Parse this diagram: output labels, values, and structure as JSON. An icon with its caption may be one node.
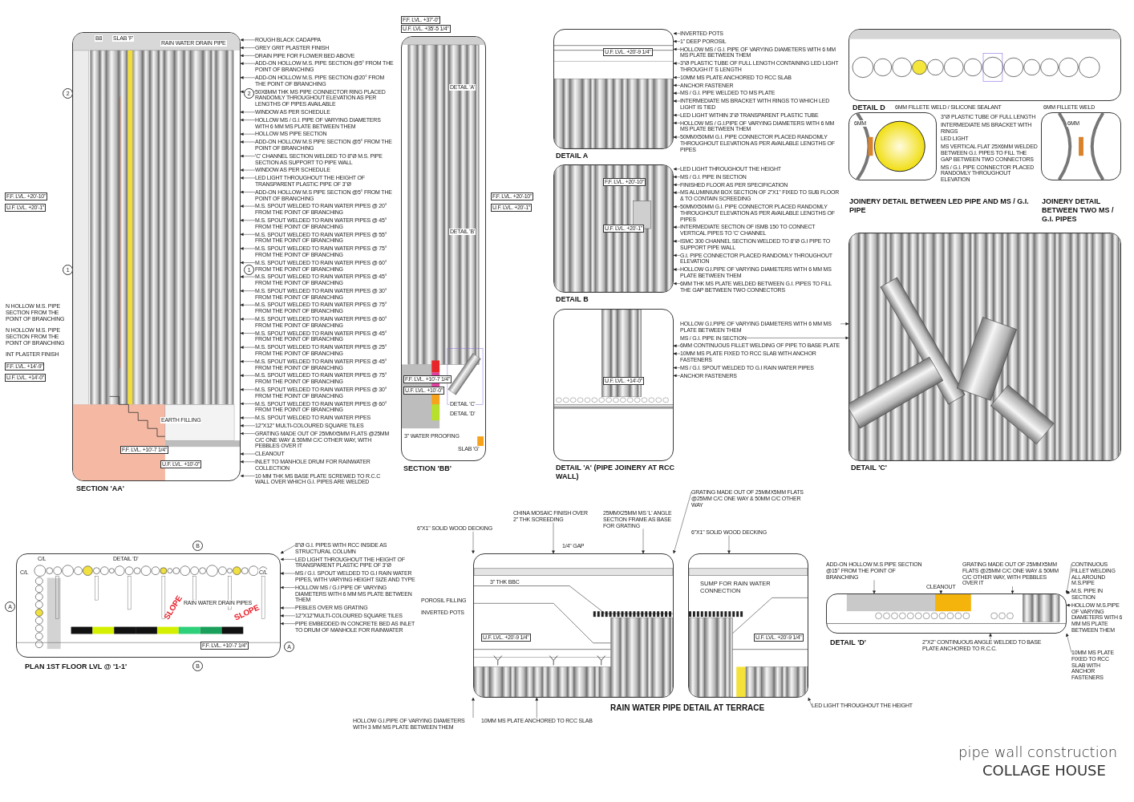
{
  "diagram": {
    "title": "pipe wall construction",
    "caption": "COLLAGE HOUSE",
    "nodes": [
      {
        "text": [
          "SECTION 'AA'"
        ]
      },
      {
        "text": [
          "SECTION 'BB'"
        ]
      },
      {
        "text": [
          "DETAIL A"
        ]
      },
      {
        "text": [
          "DETAIL B"
        ]
      },
      {
        "text": [
          "DETAIL 'A' (PIPE JOINERY AT RCC WALL)"
        ]
      },
      {
        "text": [
          "DETAIL D"
        ]
      },
      {
        "text": [
          "JOINERY DETAIL BETWEEN LED PIPE AND MS / G.I. PIPE"
        ]
      },
      {
        "text": [
          "JOINERY DETAIL BETWEEN TWO MS / G.I. PIPES"
        ]
      },
      {
        "text": [
          "DETAIL 'C'"
        ]
      },
      {
        "text": [
          "PLAN 1ST FLOOR LVL @ '1-1'"
        ]
      },
      {
        "text": [
          "RAIN WATER PIPE DETAIL AT TERRACE"
        ]
      },
      {
        "text": [
          "SUMP FOR RAIN WATER CONNECTION"
        ]
      },
      {
        "text": [
          "DETAIL 'D'"
        ]
      },
      {
        "text": [
          "ROUGH BLACK CADAPPA"
        ]
      },
      {
        "text": [
          "GREY GRIT PLASTER FINISH"
        ]
      },
      {
        "text": [
          "DRAIN PIPE FOR FLOWER BED ABOVE"
        ]
      },
      {
        "text": [
          "ADD-ON HOLLOW M.S. PIPE SECTION @5° FROM THE POINT OF BRANCHING"
        ]
      },
      {
        "text": [
          "ADD-ON HOLLOW M.S. PIPE SECTION @20° FROM THE POINT OF BRANCHING"
        ]
      },
      {
        "text": [
          "50X8MM THK MS PIPE CONNECTOR RING PLACED RANDOMLY THROUGHOUT ELEVATION AS PER LENGTHS OF PIPES AVAILABLE"
        ]
      },
      {
        "text": [
          "WINDOW AS PER SCHEDULE"
        ]
      },
      {
        "text": [
          "HOLLOW MS / G.I. PIPE OF VARYING DIAMETERS WITH 6 MM MS PLATE BETWEEN THEM"
        ]
      },
      {
        "text": [
          "HOLLOW MS PIPE SECTION"
        ]
      },
      {
        "text": [
          "ADD-ON HOLLOW M.S PIPE SECTION @5° FROM THE POINT OF BRANCHING"
        ]
      },
      {
        "text": [
          "'C' CHANNEL SECTION WELDED TO 8\"Ø M.S. PIPE SECTION AS SUPPORT TO PIPE WALL"
        ]
      },
      {
        "text": [
          "WINDOW AS PER SCHEDULE"
        ]
      },
      {
        "text": [
          "LED LIGHT THROUGHOUT THE HEIGHT OF TRANSPARENT PLASTIC PIPE OF 3\"Ø"
        ]
      },
      {
        "text": [
          "ADD-ON HOLLOW M.S PIPE SECTION @5° FROM THE POINT OF BRANCHING"
        ]
      },
      {
        "text": [
          "M.S. SPOUT WELDED TO RAIN WATER PIPES @ 20° FROM THE POINT OF BRANCHING"
        ]
      },
      {
        "text": [
          "M.S. SPOUT WELDED TO RAIN WATER PIPES @ 45° FROM THE POINT OF BRANCHING"
        ]
      },
      {
        "text": [
          "M.S. SPOUT WELDED TO RAIN WATER PIPES @ 55° FROM THE POINT OF BRANCHING"
        ]
      },
      {
        "text": [
          "M.S. SPOUT WELDED TO RAIN WATER PIPES @ 75° FROM THE POINT OF BRANCHING"
        ]
      },
      {
        "text": [
          "M.S. SPOUT WELDED TO RAIN WATER PIPES @ 60° FROM THE POINT OF BRANCHING"
        ]
      },
      {
        "text": [
          "M.S. SPOUT WELDED TO RAIN WATER PIPES @ 45° FROM THE POINT OF BRANCHING"
        ]
      },
      {
        "text": [
          "M.S. SPOUT WELDED TO RAIN WATER PIPES @ 30° FROM THE POINT OF BRANCHING"
        ]
      },
      {
        "text": [
          "M.S. SPOUT WELDED TO RAIN WATER PIPES @ 75° FROM THE POINT OF BRANCHING"
        ]
      },
      {
        "text": [
          "M.S. SPOUT WELDED TO RAIN WATER PIPES @ 60° FROM THE POINT OF BRANCHING"
        ]
      },
      {
        "text": [
          "M.S. SPOUT WELDED TO RAIN WATER PIPES @ 45° FROM THE POINT OF BRANCHING"
        ]
      },
      {
        "text": [
          "M.S. SPOUT WELDED TO RAIN WATER PIPES @ 25° FROM THE POINT OF BRANCHING"
        ]
      },
      {
        "text": [
          "M.S. SPOUT WELDED TO RAIN WATER PIPES @ 45° FROM THE POINT OF BRANCHING"
        ]
      },
      {
        "text": [
          "M.S. SPOUT WELDED TO RAIN WATER PIPES @ 75° FROM THE POINT OF BRANCHING"
        ]
      },
      {
        "text": [
          "M.S. SPOUT WELDED TO RAIN WATER PIPES @ 30° FROM THE POINT OF BRANCHING"
        ]
      },
      {
        "text": [
          "M.S. SPOUT WELDED TO RAIN WATER PIPES @ 60° FROM THE POINT OF BRANCHING"
        ]
      },
      {
        "text": [
          "M.S. SPOUT WELDED TO RAIN WATER PIPES"
        ]
      },
      {
        "text": [
          "12\"X12\" MULTI-COLOURED SQUARE TILES"
        ]
      },
      {
        "text": [
          "GRATING MADE OUT OF 25MMX5MM FLATS @25MM C/C ONE WAY & 50MM C/C OTHER WAY, WITH PEBBLES OVER IT"
        ]
      },
      {
        "text": [
          "CLEANOUT"
        ]
      },
      {
        "text": [
          "INLET TO MANHOLE DRUM FOR RAINWATER COLLECTION"
        ]
      },
      {
        "text": [
          "10 MM THK MS BASE PLATE SCREWED TO R.C.C WALL OVER WHICH G.I. PIPES ARE WELDED"
        ]
      },
      {
        "text": [
          "INVERTED POTS"
        ]
      },
      {
        "text": [
          "1\" DEEP POROSIL"
        ]
      },
      {
        "text": [
          "HOLLOW MS / G.I. PIPE OF VARYING DIAMETERS WITH 6 MM MS PLATE BETWEEN THEM"
        ]
      },
      {
        "text": [
          "3\"Ø PLASTIC TUBE OF FULL LENGTH CONTAINING LED LIGHT THROUGH IT S LENGTH"
        ]
      },
      {
        "text": [
          "10MM MS PLATE ANCHORED TO RCC SLAB"
        ]
      },
      {
        "text": [
          "ANCHOR FASTENER"
        ]
      },
      {
        "text": [
          "MS / G.I. PIPE WELDED TO MS PLATE"
        ]
      },
      {
        "text": [
          "INTERMEDIATE MS BRACKET WITH RINGS TO WHICH LED LIGHT IS TIED"
        ]
      },
      {
        "text": [
          "LED LIGHT WITHIN 3\"Ø TRANSPARENT PLASTIC TUBE"
        ]
      },
      {
        "text": [
          "HOLLOW MS / G.I.PIPE OF VARYING DIAMETERS WITH 6 MM MS PLATE BETWEEN THEM"
        ]
      },
      {
        "text": [
          "50MMX50MM G.I. PIPE CONNECTOR PLACED RANDOMLY THROUGHOUT ELEVATION AS PER AVAILABLE LENGTHS OF PIPES"
        ]
      },
      {
        "text": [
          "LED LIGHT THROUGHOUT THE HEIGHT"
        ]
      },
      {
        "text": [
          "MS / G.I. PIPE IN SECTION"
        ]
      },
      {
        "text": [
          "FINISHED FLOOR AS PER SPECIFICATION"
        ]
      },
      {
        "text": [
          "MS ALUMINIUM BOX SECTION OF 2\"X1\" FIXED TO SUB FLOOR & TO CONTAIN SCREEDING"
        ]
      },
      {
        "text": [
          "50MMX50MM G.I. PIPE CONNECTOR PLACED RANDOMLY THROUGHOUT ELEVATION AS PER AVAILABLE LENGTHS OF PIPES"
        ]
      },
      {
        "text": [
          "INTERMEDIATE SECTION OF ISMB 150 TO CONNECT VERTICAL PIPES TO 'C' CHANNEL"
        ]
      },
      {
        "text": [
          "ISMC 300 CHANNEL SECTION WELDED TO 8\"Ø G.I PIPE TO SUPPORT PIPE WALL"
        ]
      },
      {
        "text": [
          "G.I. PIPE CONNECTOR PLACED RANDOMLY THROUGHOUT ELEVATION"
        ]
      },
      {
        "text": [
          "HOLLOW G.I.PIPE OF VARYING DIAMETERS WITH 6 MM MS PLATE BETWEEN THEM"
        ]
      },
      {
        "text": [
          "6MM THK MS PLATE WELDED BETWEEN G.I. PIPES TO FILL THE GAP BETWEEN TWO CONNECTORS"
        ]
      },
      {
        "text": [
          "HOLLOW G.I.PIPE OF VARYING DIAMETERS WITH 6 MM MS PLATE BETWEEN THEM"
        ]
      },
      {
        "text": [
          "MS / G.I. PIPE IN SECTION"
        ]
      },
      {
        "text": [
          "6MM CONTINUOUS FILLET WELDING OF PIPE TO BASE PLATE"
        ]
      },
      {
        "text": [
          "10MM MS PLATE FIXED TO RCC SLAB WITH ANCHOR FASTENERS"
        ]
      },
      {
        "text": [
          "MS / G.I. SPOUT WELDED TO G.I RAIN WATER PIPES"
        ]
      },
      {
        "text": [
          "ANCHOR FASTENERS"
        ]
      },
      {
        "text": [
          "8\"Ø G.I. PIPES WITH RCC INSIDE AS STRUCTURAL COLUMN"
        ]
      },
      {
        "text": [
          "LED LIGHT THROUGHOUT THE HEIGHT OF TRANSPARENT PLASTIC PIPE OF 3\"Ø"
        ]
      },
      {
        "text": [
          "MS / G.I. SPOUT WELDED TO G.I RAIN WATER PIPES, WITH VARYING HEIGHT SIZE AND TYPE"
        ]
      },
      {
        "text": [
          "HOLLOW MS / G.I PIPE OF VARYING DIAMETERS WITH 6 MM MS PLATE BETWEEN THEM"
        ]
      },
      {
        "text": [
          "PEBLES OVER MS GRATING"
        ]
      },
      {
        "text": [
          "12\"X12\"MULTI-COLOURED SQUARE TILES"
        ]
      },
      {
        "text": [
          "PIPE EMBEDDED IN CONCRETE BED AS INLET TO DRUM OF MANHOLE FOR RAINWATER"
        ]
      },
      {
        "text": [
          "6\"X1\" SOLID WOOD DECKING"
        ]
      },
      {
        "text": [
          "CHINA MOSAIC FINISH OVER 2\" THK SCREEDING"
        ]
      },
      {
        "text": [
          "25MMX25MM MS 'L' ANGLE SECTION FRAME AS BASE FOR GRATING"
        ]
      },
      {
        "text": [
          "GRATING MADE OUT OF 25MMX5MM FLATS @25MM C/C ONE WAY & 50MM C/C OTHER WAY"
        ]
      },
      {
        "text": [
          "6\"X1\" SOLID WOOD DECKING"
        ]
      },
      {
        "text": [
          "10MM MS PLATE ANCHORED TO RCC SLAB"
        ]
      },
      {
        "text": [
          "HOLLOW G.I.PIPE OF VARYING DIAMETERS WITH 3 MM MS PLATE BETWEEN THEM"
        ]
      },
      {
        "text": [
          "LED LIGHT THROUGHOUT THE HEIGHT"
        ]
      },
      {
        "text": [
          "CLEANOUT"
        ]
      },
      {
        "text": [
          "ADD-ON HOLLOW M.S PIPE SECTION @15° FROM THE POINT OF BRANCHING"
        ]
      },
      {
        "text": [
          "GRATING MADE OUT OF 25MMX5MM FLATS @25MM C/C ONE WAY & 50MM C/C OTHER WAY, WITH PEBBLES OVER IT"
        ]
      },
      {
        "text": [
          "CONTINUOUS FILLET WELDING ALL AROUND M.S.PIPE"
        ]
      },
      {
        "text": [
          "M.S. PIPE IN SECTION"
        ]
      },
      {
        "text": [
          "HOLLOW M.S.PIPE OF VARYING DIAMETERS WITH 6 MM MS PLATE BETWEEN THEM"
        ]
      },
      {
        "text": [
          "2\"X2\" CONTINUOUS ANGLE WELDED TO BASE PLATE ANCHORED TO R.C.C."
        ]
      },
      {
        "text": [
          "10MM MS PLATE FIXED TO RCC SLAB WITH ANCHOR FASTENERS"
        ]
      }
    ],
    "edges": [
      {
        "from": 13,
        "to": 0,
        "arrow": "to"
      },
      {
        "from": 14,
        "to": 0,
        "arrow": "to"
      },
      {
        "from": 15,
        "to": 0,
        "arrow": "to"
      },
      {
        "from": 16,
        "to": 0,
        "arrow": "to"
      },
      {
        "from": 17,
        "to": 0,
        "arrow": "to"
      },
      {
        "from": 18,
        "to": 0,
        "arrow": "to"
      },
      {
        "from": 19,
        "to": 0,
        "arrow": "to"
      },
      {
        "from": 20,
        "to": 0,
        "arrow": "to"
      },
      {
        "from": 21,
        "to": 0,
        "arrow": "to"
      },
      {
        "from": 22,
        "to": 0,
        "arrow": "to"
      },
      {
        "from": 23,
        "to": 0,
        "arrow": "to"
      },
      {
        "from": 24,
        "to": 0,
        "arrow": "to"
      },
      {
        "from": 25,
        "to": 0,
        "arrow": "to"
      },
      {
        "from": 26,
        "to": 0,
        "arrow": "to"
      },
      {
        "from": 27,
        "to": 0,
        "arrow": "to"
      },
      {
        "from": 28,
        "to": 0,
        "arrow": "to"
      },
      {
        "from": 29,
        "to": 0,
        "arrow": "to"
      },
      {
        "from": 30,
        "to": 0,
        "arrow": "to"
      },
      {
        "from": 31,
        "to": 0,
        "arrow": "to"
      },
      {
        "from": 32,
        "to": 0,
        "arrow": "to"
      },
      {
        "from": 33,
        "to": 0,
        "arrow": "to"
      },
      {
        "from": 34,
        "to": 0,
        "arrow": "to"
      },
      {
        "from": 35,
        "to": 0,
        "arrow": "to"
      },
      {
        "from": 36,
        "to": 0,
        "arrow": "to"
      },
      {
        "from": 37,
        "to": 0,
        "arrow": "to"
      },
      {
        "from": 38,
        "to": 0,
        "arrow": "to"
      },
      {
        "from": 39,
        "to": 0,
        "arrow": "to"
      },
      {
        "from": 40,
        "to": 0,
        "arrow": "to"
      },
      {
        "from": 41,
        "to": 0,
        "arrow": "to"
      },
      {
        "from": 42,
        "to": 0,
        "arrow": "to"
      },
      {
        "from": 43,
        "to": 0,
        "arrow": "to"
      },
      {
        "from": 44,
        "to": 0,
        "arrow": "to"
      },
      {
        "from": 45,
        "to": 0,
        "arrow": "to"
      },
      {
        "from": 46,
        "to": 0,
        "arrow": "to"
      },
      {
        "from": 47,
        "to": 0,
        "arrow": "to"
      },
      {
        "from": 48,
        "to": 2,
        "arrow": "to"
      },
      {
        "from": 49,
        "to": 2,
        "arrow": "to"
      },
      {
        "from": 50,
        "to": 2,
        "arrow": "to"
      },
      {
        "from": 51,
        "to": 2,
        "arrow": "to"
      },
      {
        "from": 52,
        "to": 2,
        "arrow": "to"
      },
      {
        "from": 53,
        "to": 2,
        "arrow": "to"
      },
      {
        "from": 54,
        "to": 2,
        "arrow": "to"
      },
      {
        "from": 55,
        "to": 2,
        "arrow": "to"
      },
      {
        "from": 56,
        "to": 2,
        "arrow": "to"
      },
      {
        "from": 57,
        "to": 2,
        "arrow": "to"
      },
      {
        "from": 58,
        "to": 2,
        "arrow": "to"
      },
      {
        "from": 59,
        "to": 3,
        "arrow": "to"
      },
      {
        "from": 60,
        "to": 3,
        "arrow": "to"
      },
      {
        "from": 61,
        "to": 3,
        "arrow": "to"
      },
      {
        "from": 62,
        "to": 3,
        "arrow": "to"
      },
      {
        "from": 63,
        "to": 3,
        "arrow": "to"
      },
      {
        "from": 64,
        "to": 3,
        "arrow": "to"
      },
      {
        "from": 65,
        "to": 3,
        "arrow": "to"
      },
      {
        "from": 66,
        "to": 3,
        "arrow": "to"
      },
      {
        "from": 67,
        "to": 3,
        "arrow": "to"
      },
      {
        "from": 68,
        "to": 3,
        "arrow": "to"
      },
      {
        "from": 69,
        "to": 8,
        "arrow": "to"
      },
      {
        "from": 70,
        "to": 8,
        "arrow": "to"
      },
      {
        "from": 71,
        "to": 4,
        "arrow": "to"
      },
      {
        "from": 72,
        "to": 4,
        "arrow": "to"
      },
      {
        "from": 73,
        "to": 4,
        "arrow": "to"
      },
      {
        "from": 74,
        "to": 4,
        "arrow": "to"
      },
      {
        "from": 75,
        "to": 9,
        "arrow": "to"
      },
      {
        "from": 76,
        "to": 9,
        "arrow": "to"
      },
      {
        "from": 77,
        "to": 9,
        "arrow": "to"
      },
      {
        "from": 78,
        "to": 9,
        "arrow": "to"
      },
      {
        "from": 79,
        "to": 9,
        "arrow": "to"
      },
      {
        "from": 80,
        "to": 9,
        "arrow": "to"
      },
      {
        "from": 81,
        "to": 9,
        "arrow": "to"
      },
      {
        "from": 82,
        "to": 10,
        "arrow": "to"
      },
      {
        "from": 83,
        "to": 10,
        "arrow": "to"
      },
      {
        "from": 84,
        "to": 10,
        "arrow": "to"
      },
      {
        "from": 85,
        "to": 10,
        "arrow": "to"
      },
      {
        "from": 86,
        "to": 11,
        "arrow": "to"
      },
      {
        "from": 87,
        "to": 10,
        "arrow": "to"
      },
      {
        "from": 88,
        "to": 10,
        "arrow": "to"
      },
      {
        "from": 89,
        "to": 11,
        "arrow": "to"
      },
      {
        "from": 90,
        "to": 12,
        "arrow": "to"
      },
      {
        "from": 91,
        "to": 12,
        "arrow": "to"
      },
      {
        "from": 92,
        "to": 12,
        "arrow": "to"
      },
      {
        "from": 93,
        "to": 12,
        "arrow": "to"
      },
      {
        "from": 94,
        "to": 12,
        "arrow": "to"
      },
      {
        "from": 95,
        "to": 12,
        "arrow": "to"
      },
      {
        "from": 96,
        "to": 12,
        "arrow": "to"
      },
      {
        "from": 97,
        "to": 12,
        "arrow": "to"
      }
    ],
    "labels": [
      "2",
      "2",
      "1",
      "1",
      "B8",
      "SLAB 'F'",
      "RAIN WATER DRAIN PIPE",
      "F.F. LVL. +20'-10\"",
      "U.F. LVL. +20'-1\"",
      "N HOLLOW M.S. PIPE SECTION FROM THE POINT OF BRANCHING",
      "N HOLLOW M.S. PIPE SECTION FROM THE POINT OF BRANCHING",
      "INT PLASTER FINISH",
      "F.F. LVL. +14'-9\"",
      "U.F. LVL. +14'-0\"",
      "EARTH FILLING",
      "F.F. LVL. +10'-7 1/4\"",
      "U.F. LVL. +10'-0\"",
      "F.F. LVL. +37'-0\"",
      "U.F. LVL. +35'-5 1/4\"",
      "DETAIL 'A'",
      "DETAIL 'B'",
      "F.F. LVL. +20'-10\"",
      "U.F. LVL. +20'-1\"",
      "F.F. LVL. +10'-7 1/4\"",
      "U.F. LVL. +10'-0\"",
      "DETAIL 'C'",
      "DETAIL 'D'",
      "3\" WATER PROOFING",
      "SLAB 'G'",
      "U.F. LVL. +20'-9 1/4\"",
      "F.F. LVL. +20'-10\"",
      "U.F. LVL. +20'-1\"",
      "U.F. LVL. +14'-0\"",
      "6MM FILLETE WELD / SILICONE SEALANT",
      "6MM",
      "3\"Ø PLASTIC TUBE OF FULL LENGTH",
      "INTERMEDIATE MS BRACKET WITH RINGS",
      "LED LIGHT",
      "MS VERTICAL FLAT 25X6MM WELDED BETWEEN G.I. PIPES TO FILL THE GAP BETWEEN TWO CONNECTORS",
      "MS / G.I. PIPE CONNECTOR PLACED RANDOMLY THROUGHOUT ELEVATION",
      "6MM FILLETE WELD",
      "6MM",
      "C/L",
      "C/L",
      "C/L",
      "A",
      "A",
      "B",
      "B",
      "DETAIL 'D'",
      "RAIN WATER DRAIN PIPES",
      "SLOPE",
      "SLOPE",
      "F.F. LVL. +10'-7 1/4\"",
      "1/4\" GAP",
      "3\" THK BBC",
      "POROSIL FILLING",
      "INVERTED POTS",
      "U.F. LVL. +20'-9 1/4\"",
      "U.F. LVL. +20'-9 1/4\""
    ]
  }
}
